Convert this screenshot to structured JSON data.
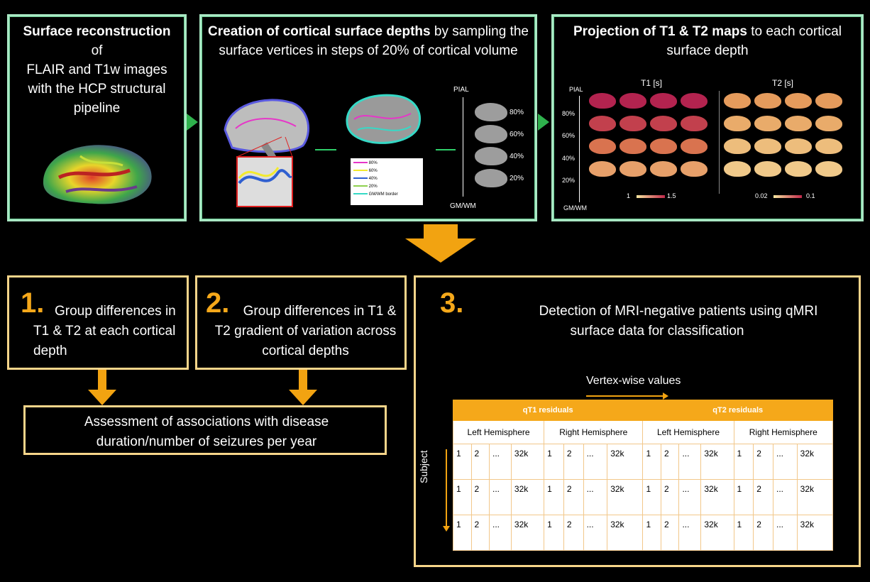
{
  "panel1": {
    "title_bold": "Surface reconstruction",
    "title_rest": [
      "of",
      "FLAIR and T1w images",
      "with the HCP structural",
      "pipeline"
    ]
  },
  "panel2": {
    "title_bold": "Creation of cortical surface depths",
    "title_rest": " by sampling the surface vertices in steps of 20% of cortical volume",
    "legend": [
      "80%",
      "60%",
      "40%",
      "20%",
      "GM/WM border"
    ],
    "legend_colors": [
      "#e636c8",
      "#f2ea2e",
      "#2f5fd0",
      "#8fd14f",
      "#36d9c6"
    ],
    "axis_top": "PIAL",
    "axis_bottom": "GM/WM",
    "depths": [
      "80%",
      "60%",
      "40%",
      "20%"
    ]
  },
  "panel3": {
    "title_bold": "Projection of T1 & T2 maps",
    "title_rest": " to each cortical surface  depth",
    "t1_label": "T1 [s]",
    "t2_label": "T2 [s]",
    "axis_top": "PIAL",
    "axis_bottom": "GM/WM",
    "depths": [
      "80%",
      "60%",
      "40%",
      "20%"
    ],
    "t1_scale_min": "1",
    "t1_scale_max": "1.5",
    "t2_scale_min": "0.02",
    "t2_scale_max": "0.1"
  },
  "box1": {
    "num": "1.",
    "text": "Group differences in T1 & T2 at each cortical depth"
  },
  "box2": {
    "num": "2.",
    "text": "Group differences in T1 & T2 gradient of variation across cortical depths"
  },
  "box_assoc": {
    "text": "Assessment of associations with disease duration/number of seizures per year"
  },
  "box3": {
    "num": "3.",
    "text": "Detection of MRI-negative patients using qMRI surface data for classification",
    "vertex_label": "Vertex-wise values",
    "subject_label": "Subject",
    "qt1": "qT1 residuals",
    "qt2": "qT2 residuals",
    "hemispheres": [
      "Left Hemisphere",
      "Right Hemisphere",
      "Left Hemisphere",
      "Right Hemisphere"
    ],
    "cells": [
      "1",
      "2",
      "...",
      "32k"
    ]
  }
}
